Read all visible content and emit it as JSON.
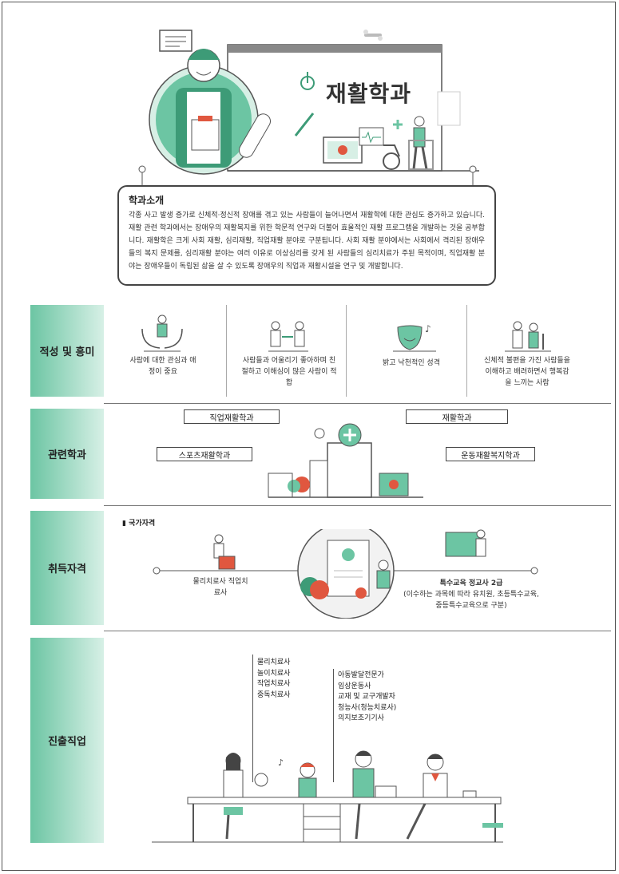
{
  "header": {
    "title": "재활학과"
  },
  "intro": {
    "heading": "학과소개",
    "body": "각종 사고 발생 증가로 신체적·정신적 장애를 겪고 있는 사람들이 늘어나면서 재활학에 대한 관심도 증가하고 있습니다. 재활 관련 학과에서는 장애우의 재활복지를 위한 학문적 연구와 더불어 효율적인 재활 프로그램을 개발하는 것을 공부합니다. 재활학은 크게 사회 재활, 심리재활, 직업재활 분야로 구분됩니다. 사회 재활 분야에서는 사회에서 격리된 장애우들의 복지 문제를, 심리재활 분야는 여러 이유로 이상심리를 갖게 된 사람들의 심리치료가 주된 목적이며, 직업재활 분야는 장애우들이 독립된 삶을 살 수 있도록 장애우의 직업과 재활시설을 연구 및 개발합니다."
  },
  "sections": {
    "aptitude": {
      "label": "적성 및 흥미",
      "items": [
        {
          "text": "사람에 대한 관심과 애정이 중요",
          "icon": "hands-person-icon"
        },
        {
          "text": "사람들과 어울리기 좋아하며 친절하고 이해심이 많은 사람이 적합",
          "icon": "people-arrows-icon"
        },
        {
          "text": "밝고 낙천적인 성격",
          "icon": "mask-icon"
        },
        {
          "text": "신체적 불편을 가진 사람들을 이해하고 배려하면서 행복감을 느끼는 사람",
          "icon": "helping-elder-icon"
        }
      ]
    },
    "related": {
      "label": "관련학과",
      "depts": [
        "직업재활학과",
        "재활학과",
        "스포츠재활학과",
        "운동재활복지학과"
      ]
    },
    "certs": {
      "label": "취득자격",
      "national_label": "국가자격",
      "left": "물리치료사 직업치료사",
      "right_title": "특수교육 정교사 2급",
      "right_note": "(이수하는 과목에 따라 유치원, 초등특수교육, 중등특수교육으로 구분)"
    },
    "careers": {
      "label": "진출직업",
      "list_a": [
        "물리치료사",
        "놀이치료사",
        "작업치료사",
        "중독치료사"
      ],
      "list_b": [
        "아동발달전문가",
        "임상운동사",
        "교재 및 교구개발자",
        "청능사(청능치료사)",
        "의지보조기기사"
      ]
    }
  },
  "colors": {
    "accent": "#6cc5a3",
    "dark": "#444444",
    "red": "#e0573f"
  }
}
